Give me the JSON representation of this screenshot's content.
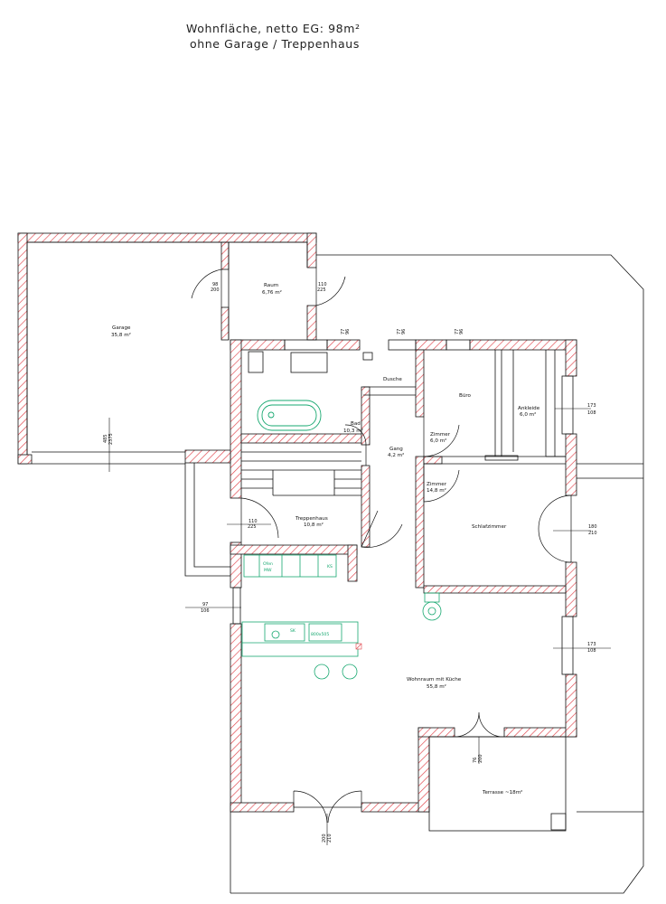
{
  "title": {
    "line1": "Wohnfläche, netto EG: 98m²",
    "line2": "ohne Garage / Treppenhaus"
  },
  "rooms": {
    "garage_name": "Garage",
    "garage_area": "35,8 m²",
    "raum_name": "Raum",
    "raum_area": "6,76 m²",
    "dusche": "Dusche",
    "bad_name": "Bad",
    "bad_area": "10,3 m²",
    "buero": "Büro",
    "ankleide_name": "Ankleide",
    "ankleide_area": "6,0 m²",
    "gang_name": "Gang",
    "gang_area": "4,2 m²",
    "zimmer6_name": "Zimmer",
    "zimmer6_area": "6,0 m²",
    "zimmer14_name": "Zimmer",
    "zimmer14_area": "14,8 m²",
    "schlafzimmer": "Schlafzimmer",
    "treppenhaus_name": "Treppenhaus",
    "treppenhaus_area": "10,8 m²",
    "wohnraum_name": "Wohnraum mit Küche",
    "wohnraum_area": "55,8 m²",
    "terrasse": "Terrasse ~18m²"
  },
  "dimensions": {
    "d1_top": "98",
    "d1_bot": "200",
    "d2_top": "110",
    "d2_bot": "225",
    "d3_top": "77",
    "d3_bot": "96",
    "d4_top": "77",
    "d4_bot": "96",
    "d5_top": "77",
    "d5_bot": "96",
    "garage_door_top": "485",
    "garage_door_bot": "2375",
    "d6_top": "173",
    "d6_bot": "108",
    "d7_top": "110",
    "d7_bot": "225",
    "d8_top": "180",
    "d8_bot": "210",
    "d9_top": "97",
    "d9_bot": "106",
    "d10_top": "173",
    "d10_bot": "108",
    "d11_top": "76",
    "d11_bot": "200",
    "d12_top": "200",
    "d12_bot": "210"
  },
  "kitchen": {
    "ofen": "Ofen",
    "mw": "MW",
    "ks": "KS",
    "sk": "SK",
    "cooktop": "800x505"
  },
  "colors": {
    "wall_hatch": "#e0434a",
    "line": "#111111",
    "furniture": "#17a870"
  }
}
